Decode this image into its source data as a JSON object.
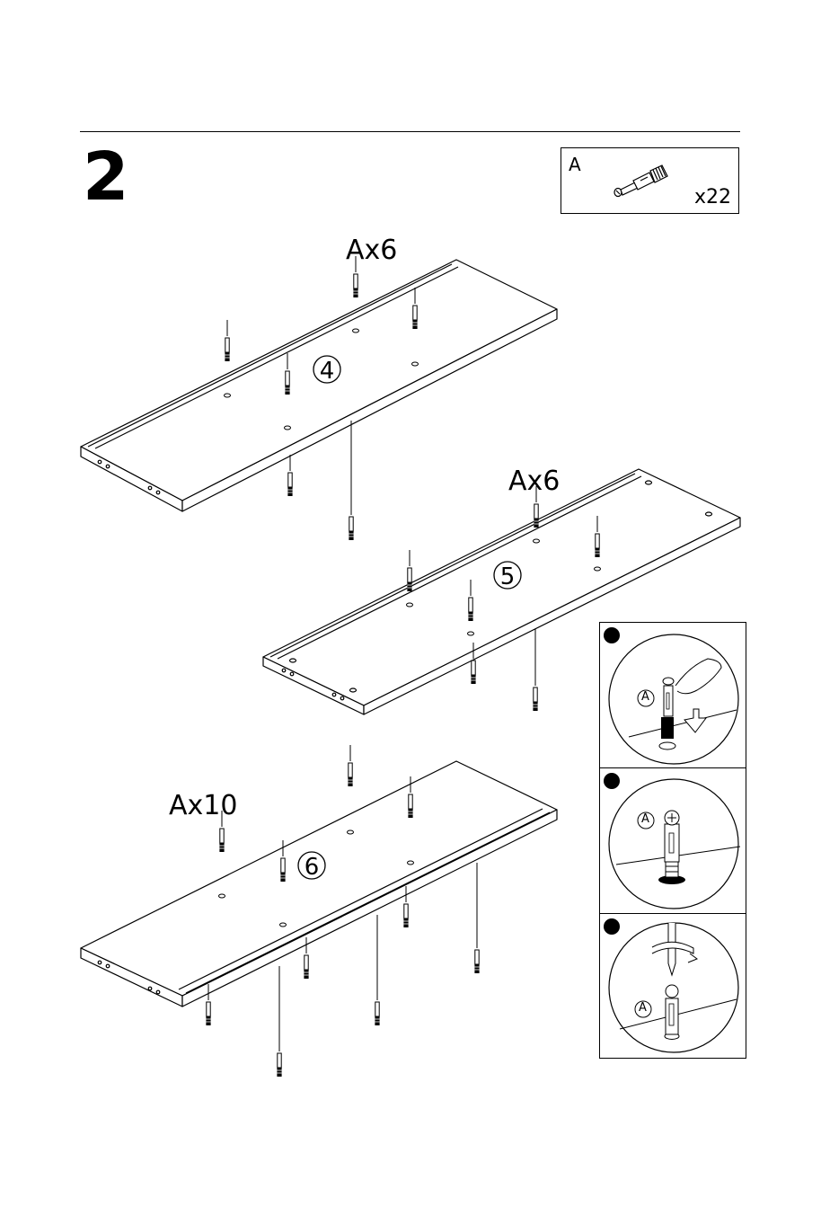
{
  "step": {
    "number": "2"
  },
  "parts": {
    "letter": "A",
    "quantity": "x22",
    "icon": "cam-bolt-icon"
  },
  "panels": [
    {
      "number": "4",
      "label": "Ax6"
    },
    {
      "number": "5",
      "label": "Ax6"
    },
    {
      "number": "6",
      "label": "Ax10"
    }
  ],
  "details": [
    {
      "letter": "A"
    },
    {
      "letter": "A"
    },
    {
      "letter": "A"
    }
  ]
}
